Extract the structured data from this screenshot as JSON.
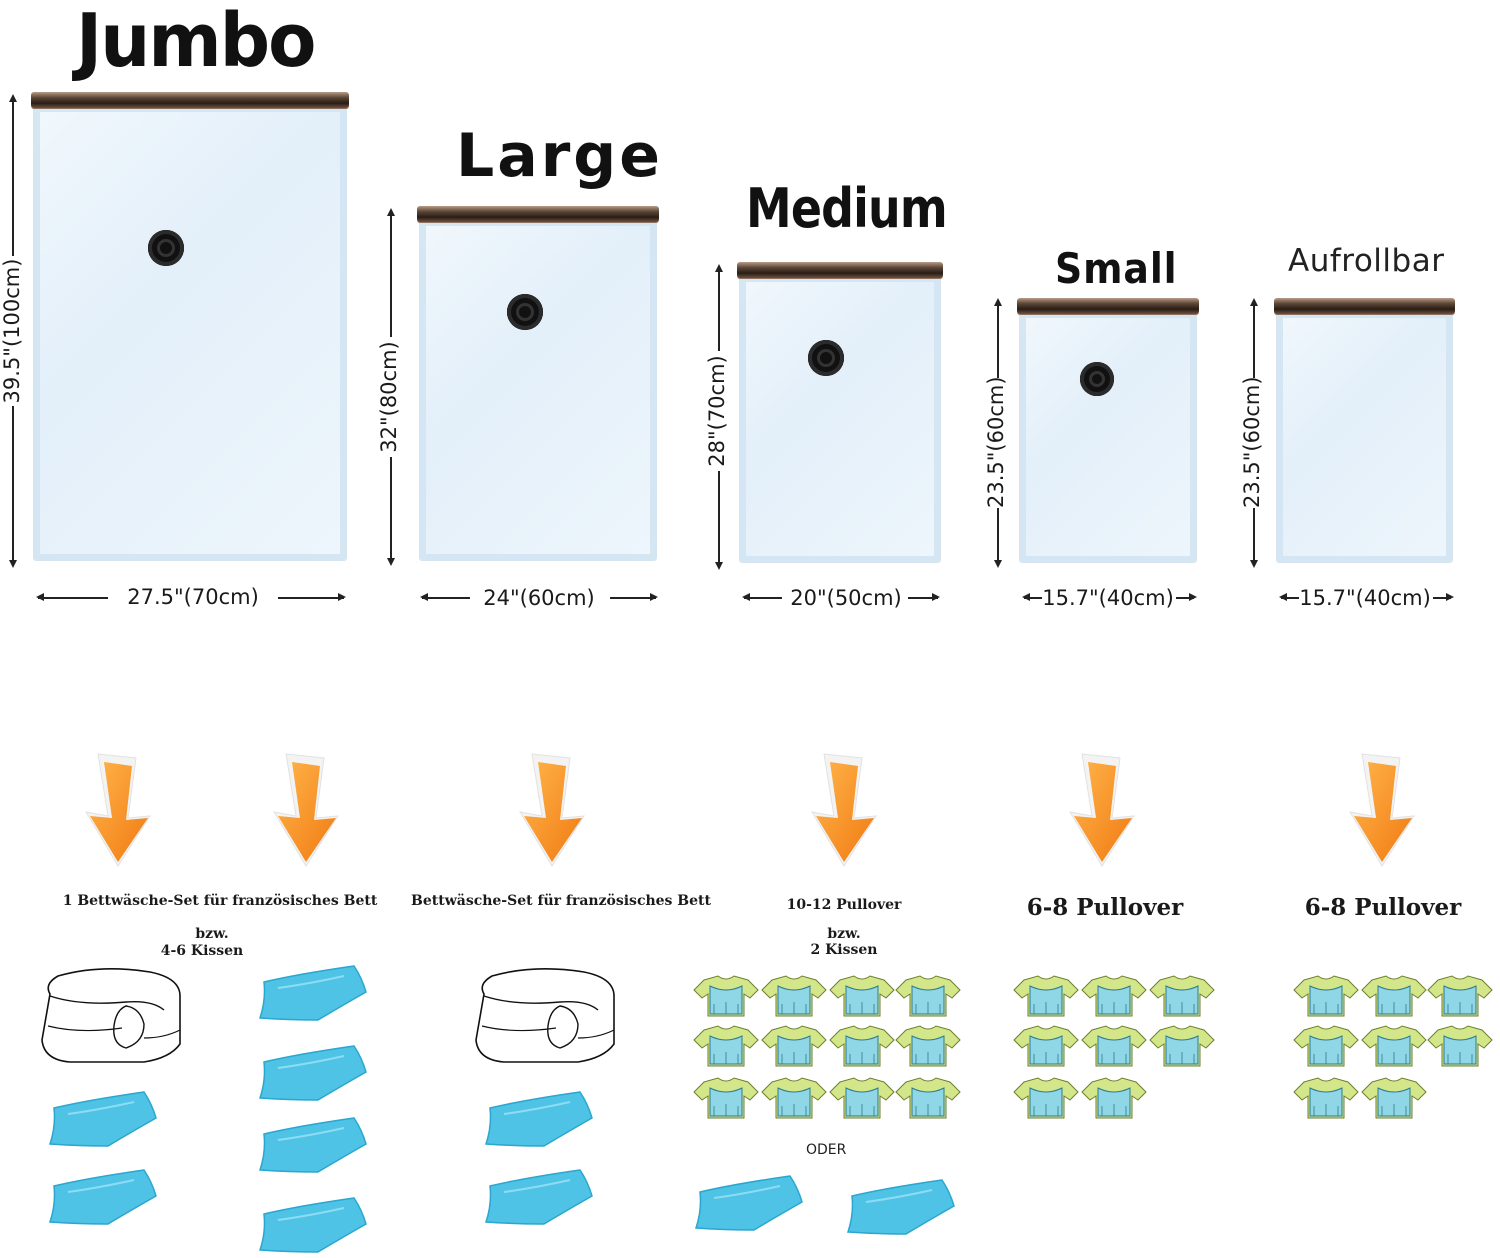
{
  "sizes": [
    {
      "name": "Jumbo",
      "height_label": "39.5\"(100cm)",
      "width_label": "27.5\"(70cm)"
    },
    {
      "name": "Large",
      "height_label": "32\"(80cm)",
      "width_label": "24\"(60cm)"
    },
    {
      "name": "Medium",
      "height_label": "28\"(70cm)",
      "width_label": "20\"(50cm)"
    },
    {
      "name": "Small",
      "height_label": "23.5\"(60cm)",
      "width_label": "15.7\"(40cm)"
    },
    {
      "name": "Aufrollbar",
      "height_label": "23.5\"(60cm)",
      "width_label": "15.7\"(40cm)"
    }
  ],
  "capacity": {
    "jumbo": {
      "line1": "1 Bettwäsche-Set für französisches Bett",
      "line2": "bzw.",
      "line3": "4-6 Kissen"
    },
    "large": {
      "line1": "Bettwäsche-Set für französisches Bett"
    },
    "medium": {
      "line1": "10-12 Pullover",
      "line2": "bzw.",
      "line3": "2 Kissen",
      "or": "ODER"
    },
    "small": {
      "line1": "6-8 Pullover"
    },
    "roll": {
      "line1": "6-8 Pullover"
    }
  },
  "icons": [
    "arrow-down-icon",
    "duvet-icon",
    "pillow-icon",
    "sweater-icon"
  ],
  "colors": {
    "arrow": "#f5901e",
    "pillow": "#4fc3e6",
    "sweater_body": "#8fd6e6",
    "sweater_sleeve": "#d8e88a",
    "zipper": "#3a2a1f"
  }
}
